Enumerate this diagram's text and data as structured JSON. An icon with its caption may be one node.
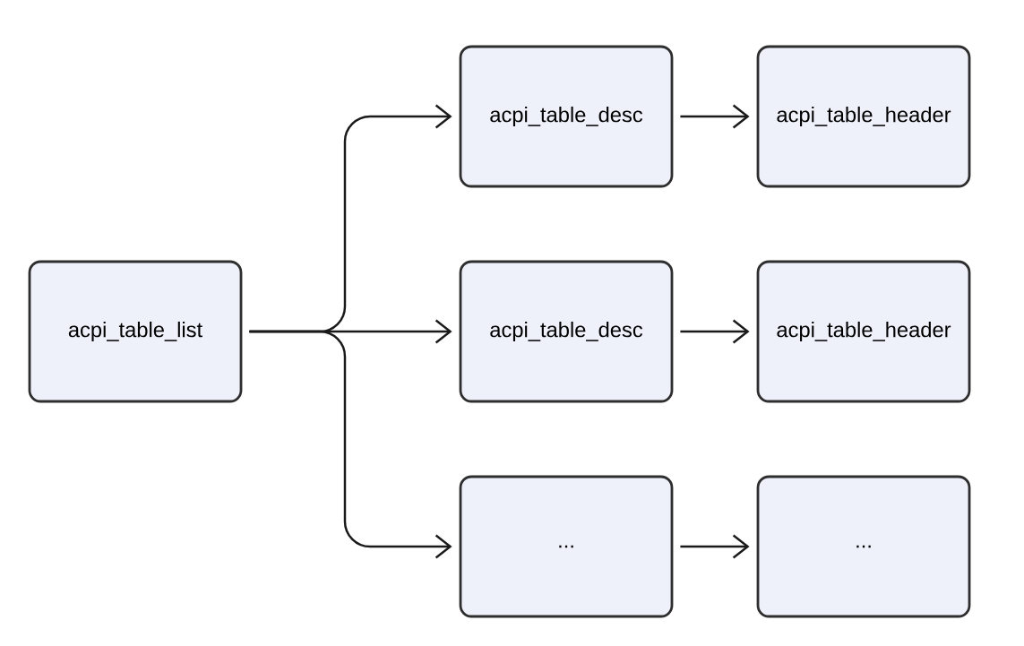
{
  "diagram": {
    "nodes": [
      {
        "text": [
          "acpi_table_list"
        ]
      },
      {
        "text": [
          "acpi_table_desc"
        ]
      },
      {
        "text": [
          "acpi_table_header"
        ]
      },
      {
        "text": [
          "acpi_table_desc"
        ]
      },
      {
        "text": [
          "acpi_table_header"
        ]
      },
      {
        "text": [
          "..."
        ]
      },
      {
        "text": [
          "..."
        ]
      }
    ],
    "edges": [
      {
        "from": 0,
        "to": 1,
        "arrow": "to"
      },
      {
        "from": 0,
        "to": 3,
        "arrow": "to"
      },
      {
        "from": 0,
        "to": 5,
        "arrow": "to"
      },
      {
        "from": 1,
        "to": 2,
        "arrow": "to"
      },
      {
        "from": 3,
        "to": 4,
        "arrow": "to"
      },
      {
        "from": 5,
        "to": 6,
        "arrow": "to"
      }
    ]
  }
}
